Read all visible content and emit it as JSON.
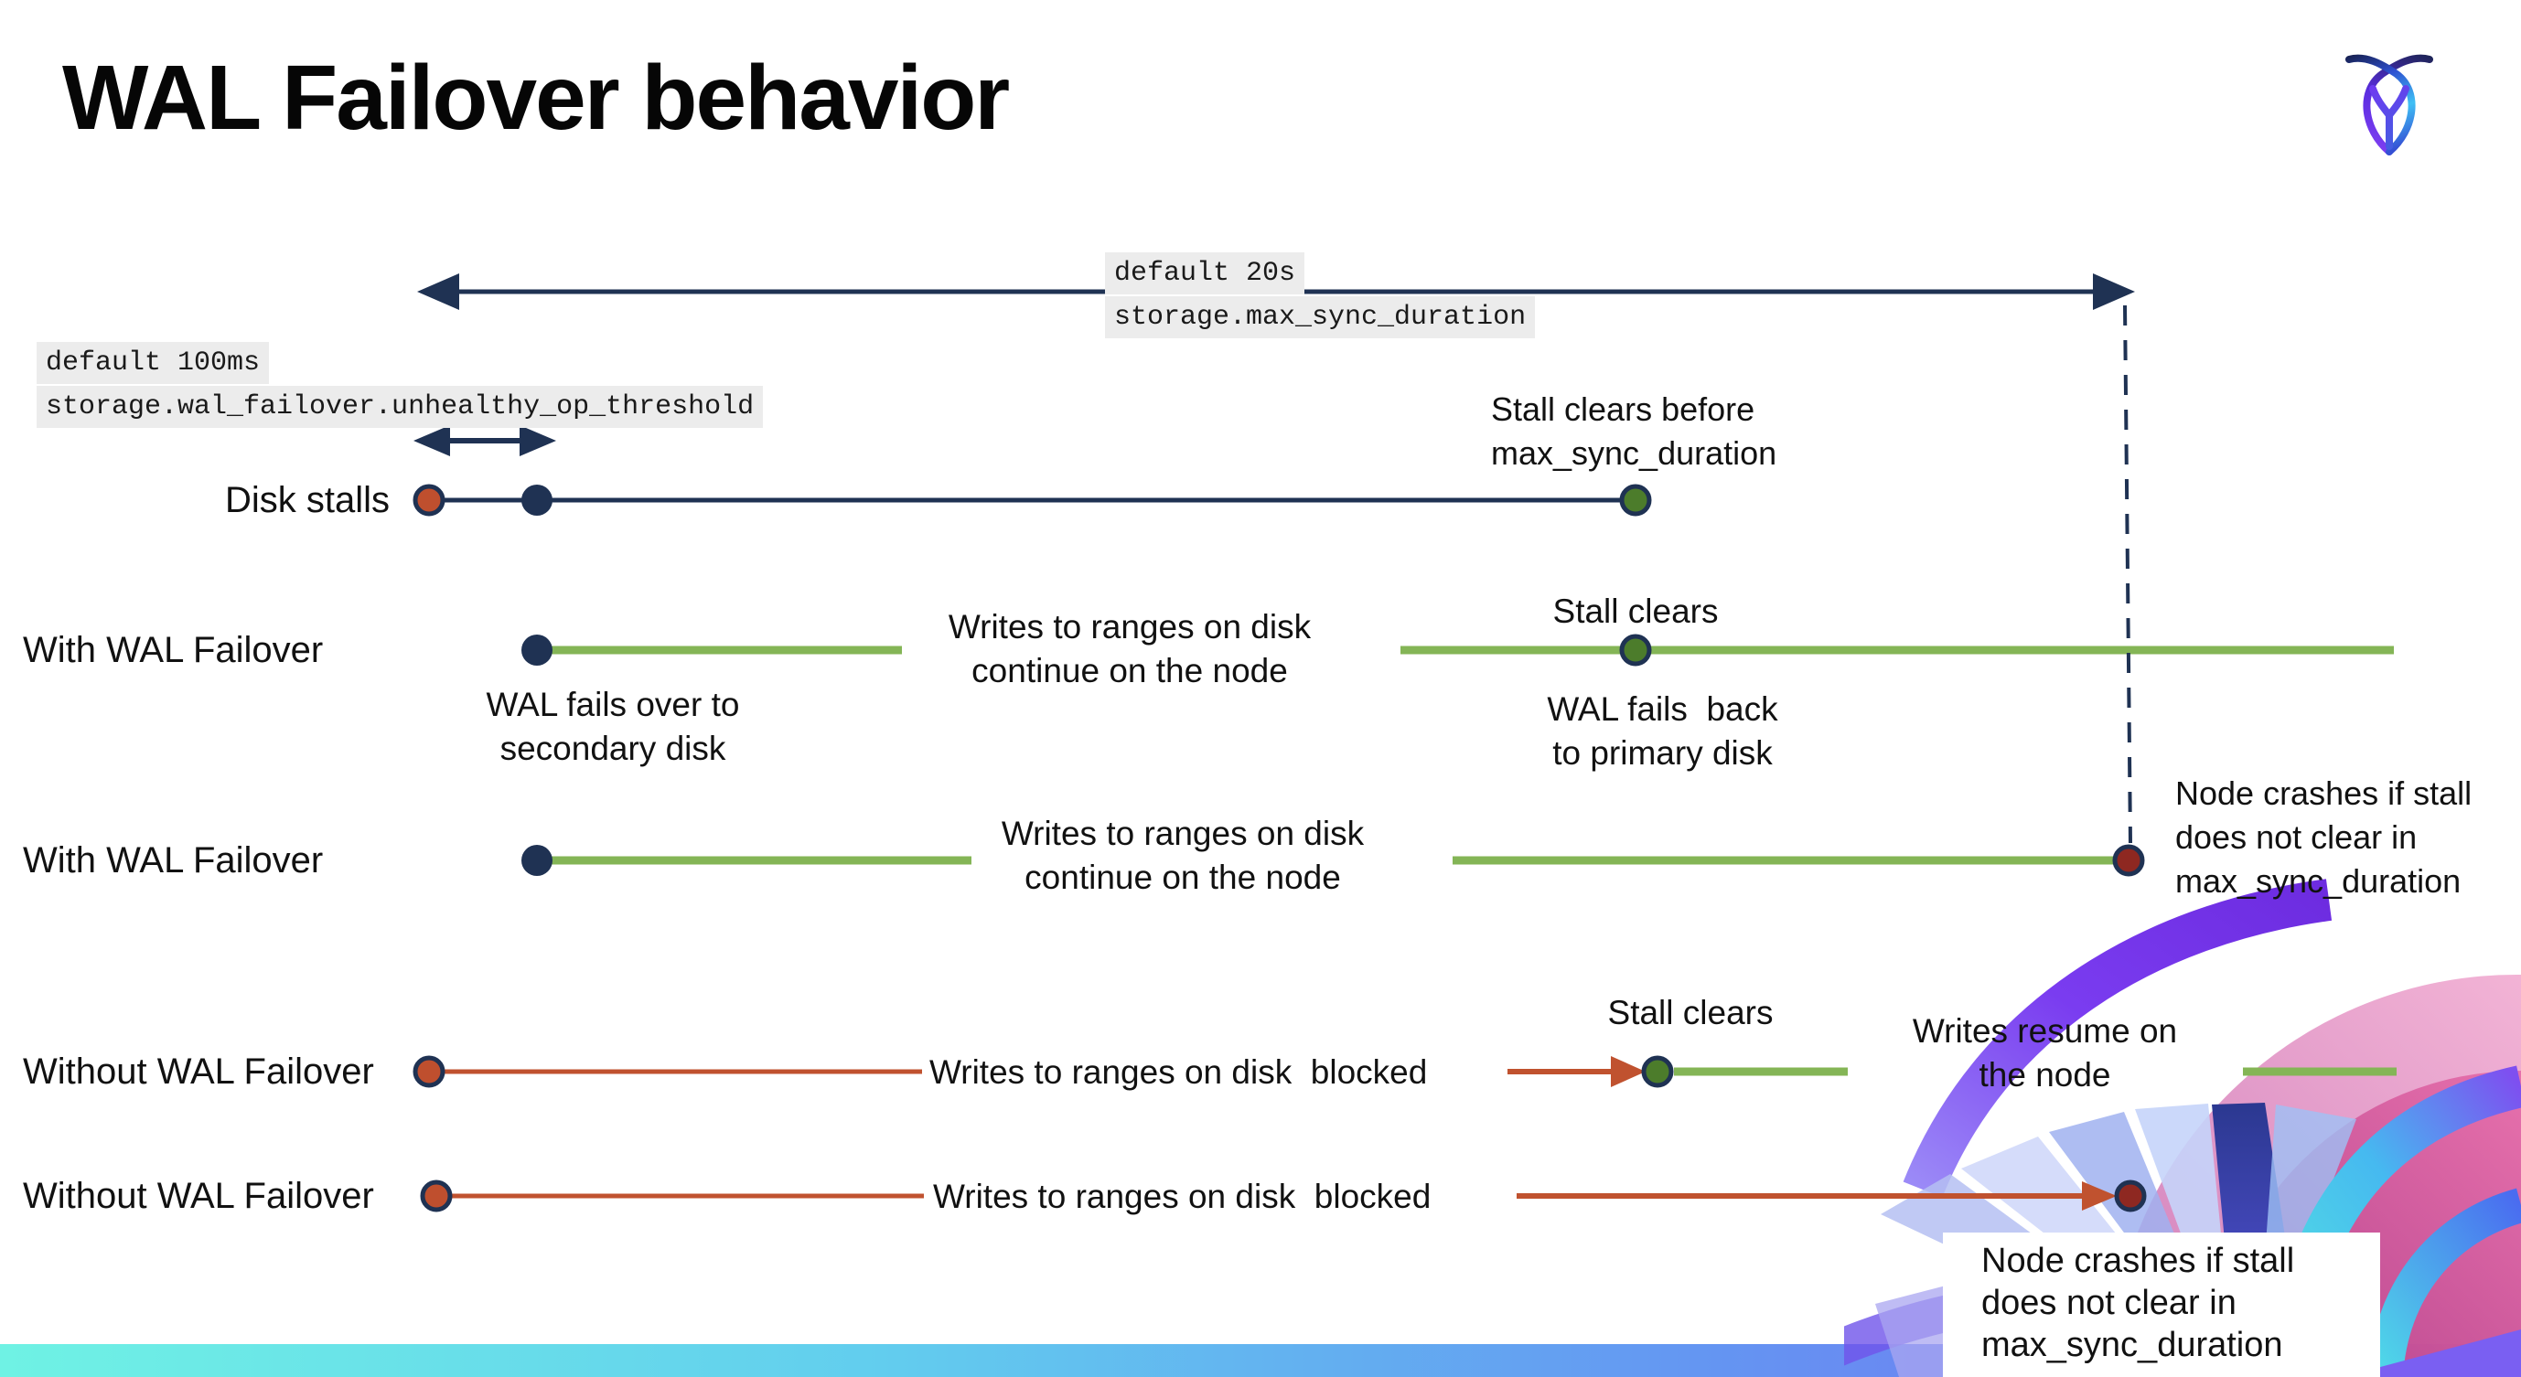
{
  "title": "WAL Failover behavior",
  "logo": {
    "name": "cockroachdb-logo"
  },
  "config_labels": {
    "max_sync_duration": {
      "default_value": "default 20s",
      "setting": "storage.max_sync_duration"
    },
    "unhealthy_op_threshold": {
      "default_value": "default 100ms",
      "setting": "storage.wal_failover.unhealthy_op_threshold"
    }
  },
  "rows": {
    "disk_stalls": "Disk stalls",
    "with_wal_failover_1": "With WAL Failover",
    "with_wal_failover_2": "With WAL Failover",
    "without_wal_failover_1": "Without WAL Failover",
    "without_wal_failover_2": "Without WAL Failover"
  },
  "annotations": {
    "stall_clears_before": "Stall clears before\nmax_sync_duration",
    "stall_clears": "Stall clears",
    "wal_fails_over": "WAL fails over to\nsecondary disk",
    "wal_fails_back": "WAL fails  back\nto primary disk",
    "writes_continue": "Writes to ranges on disk\ncontinue on the node",
    "writes_blocked": "Writes to ranges on disk  blocked",
    "writes_resume": "Writes resume on\nthe node",
    "node_crashes": "Node crashes if stall\ndoes not clear in\nmax_sync_duration"
  },
  "colors": {
    "navy": "#1f3253",
    "red_orange": "#bf4f2e",
    "dark_red": "#8e2821",
    "green_line": "#84b556",
    "green_dot": "#4c7c2b",
    "code_highlight": "#ececec",
    "footer_gradient_left": "#6ff2e4",
    "footer_gradient_right": "#7a63f2"
  }
}
